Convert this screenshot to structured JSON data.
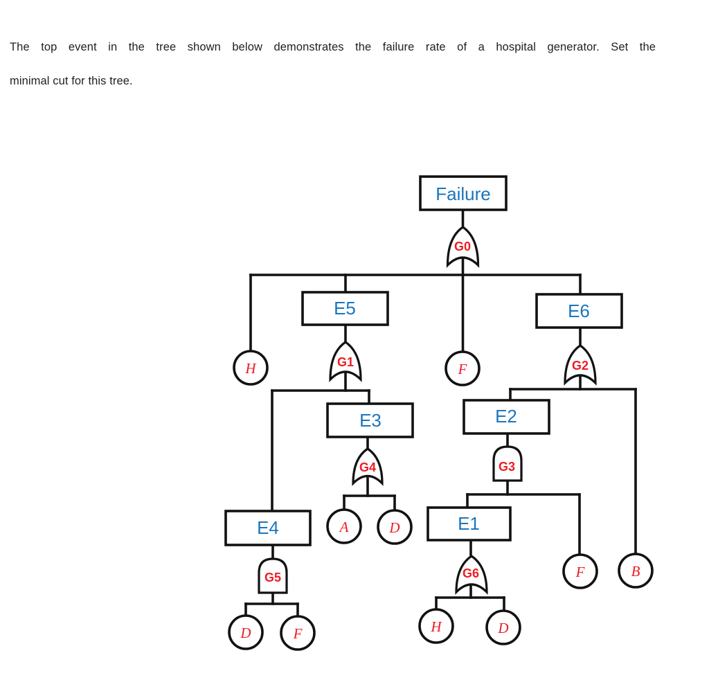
{
  "instructions": {
    "line1": "The top event in the tree shown below demonstrates the failure rate of a hospital generator. Set  the",
    "line2": "minimal cut for this tree."
  },
  "colors": {
    "body_text": "#1f1f1f",
    "event_text": "#1b75bc",
    "gate_text": "#ed1c24",
    "line": "#121212"
  },
  "fault_tree": {
    "top_event": {
      "label": "Failure",
      "gate": "G0"
    },
    "gates": {
      "G0": {
        "label": "G0",
        "type": "OR",
        "inputs": [
          "H",
          "E5",
          "F",
          "E6"
        ]
      },
      "G1": {
        "label": "G1",
        "type": "OR",
        "inputs": [
          "E4",
          "E3"
        ]
      },
      "G2": {
        "label": "G2",
        "type": "OR",
        "inputs": [
          "E2",
          "B"
        ]
      },
      "G3": {
        "label": "G3",
        "type": "AND",
        "inputs": [
          "E1",
          "F"
        ]
      },
      "G4": {
        "label": "G4",
        "type": "OR",
        "inputs": [
          "A",
          "D"
        ]
      },
      "G5": {
        "label": "G5",
        "type": "AND",
        "inputs": [
          "D",
          "F"
        ]
      },
      "G6": {
        "label": "G6",
        "type": "OR",
        "inputs": [
          "H",
          "D"
        ]
      }
    },
    "intermediate_events": {
      "E1": {
        "label": "E1",
        "gate": "G6"
      },
      "E2": {
        "label": "E2",
        "gate": "G3"
      },
      "E3": {
        "label": "E3",
        "gate": "G4"
      },
      "E4": {
        "label": "E4",
        "gate": "G5"
      },
      "E5": {
        "label": "E5",
        "gate": "G1"
      },
      "E6": {
        "label": "E6",
        "gate": "G2"
      }
    },
    "basic_events": {
      "g0_h": "H",
      "g0_f": "F",
      "g4_a": "A",
      "g4_d": "D",
      "g5_d": "D",
      "g5_f": "F",
      "g6_h": "H",
      "g6_d": "D",
      "g3_f": "F",
      "g2_b": "B"
    }
  }
}
